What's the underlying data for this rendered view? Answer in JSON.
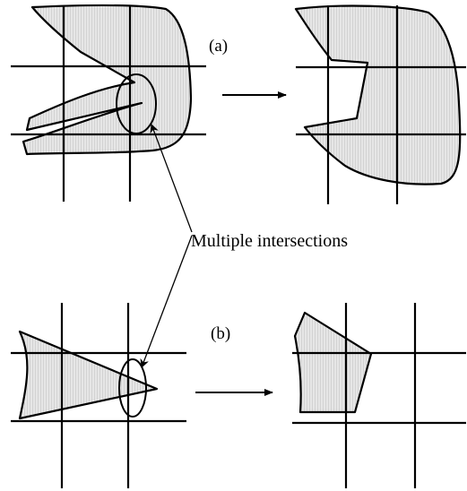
{
  "labels": {
    "panel_a": "(a)",
    "panel_b": "(b)",
    "callout": "Multiple intersections"
  },
  "colors": {
    "fill": "#e2e2e2",
    "stroke": "#000000",
    "background": "#ffffff"
  }
}
